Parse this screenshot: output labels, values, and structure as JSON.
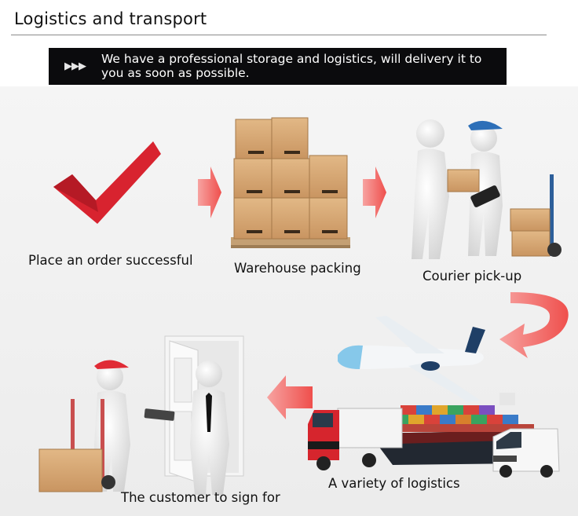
{
  "header": {
    "title": "Logistics and transport"
  },
  "banner": {
    "arrows": "▶▶▶",
    "text": "We have a professional storage and logistics, will delivery it to you as soon as possible."
  },
  "steps": [
    {
      "label": "Place an order successful",
      "icon": "check-mark-icon"
    },
    {
      "label": "Warehouse packing",
      "icon": "boxes-pallet-icon"
    },
    {
      "label": "Courier pick-up",
      "icon": "courier-figures-icon"
    },
    {
      "label": "A variety of logistics",
      "icon": "transport-icon"
    },
    {
      "label": "The customer to sign for",
      "icon": "delivery-figures-icon"
    }
  ],
  "colors": {
    "accent_red": "#e02b35",
    "arrow_red": "#f2615f",
    "box_brown": "#d8aa78",
    "banner_bg": "#0b0b0d"
  }
}
